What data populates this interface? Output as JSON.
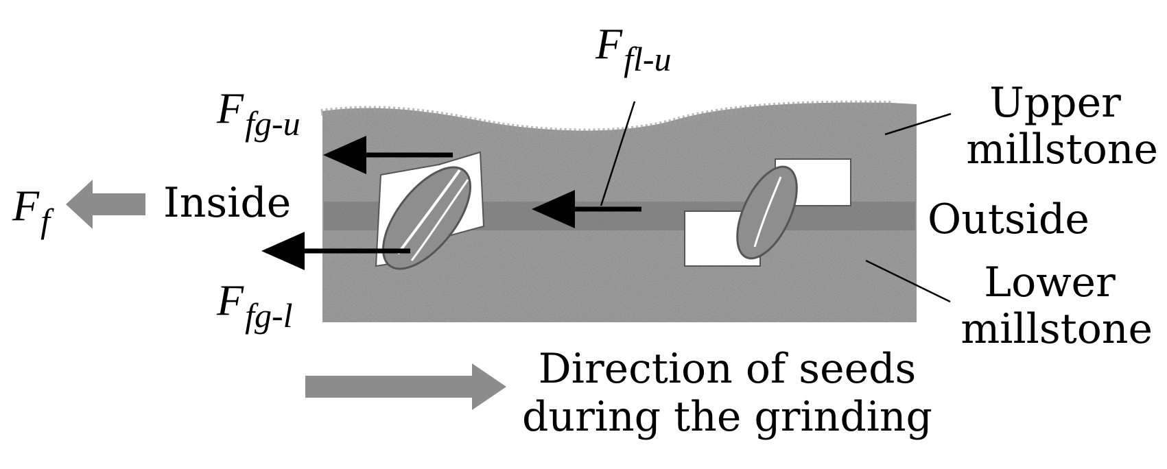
{
  "colors": {
    "millstone": "#8a8a8a",
    "millstone_dark": "#6e6e6e",
    "arrow_gray": "#8c8c8c",
    "arrow_black": "#000000"
  },
  "labels": {
    "ff_main": "F",
    "ff_sub": "f",
    "ffgu_main": "F",
    "ffgu_sub": "fg-u",
    "ffgl_main": "F",
    "ffgl_sub": "fg-l",
    "fflu_main": "F",
    "fflu_sub": "fl-u",
    "inside": "Inside",
    "outside": "Outside",
    "upper_line1": "Upper",
    "upper_line2": "millstone",
    "lower_line1": "Lower",
    "lower_line2": "millstone",
    "direction_line1": "Direction of seeds",
    "direction_line2": "during the grinding"
  }
}
